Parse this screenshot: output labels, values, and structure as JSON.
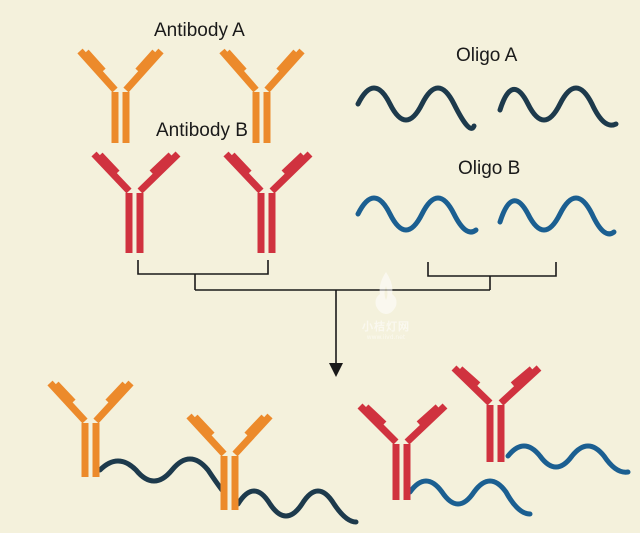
{
  "labels": {
    "antibody_a": "Antibody A",
    "antibody_b": "Antibody B",
    "oligo_a": "Oligo A",
    "oligo_b": "Oligo B"
  },
  "watermark": {
    "text": "小桔灯网",
    "subtext": "www.iivd.net"
  },
  "colors": {
    "background": "#f4f1dc",
    "antibody_a": "#ec8a2b",
    "antibody_b": "#d0323f",
    "oligo_a": "#1d3a4c",
    "oligo_b": "#1b5f91",
    "connector": "#1a1a1a"
  }
}
